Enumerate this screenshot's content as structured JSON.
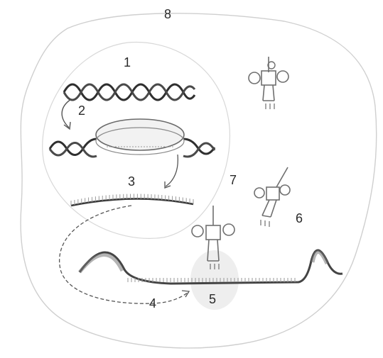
{
  "labels": {
    "l1": "1",
    "l2": "2",
    "l3": "3",
    "l4": "4",
    "l5": "5",
    "l6": "6",
    "l7": "7",
    "l8": "8"
  },
  "colors": {
    "outline": "#c9c9c9",
    "dna": "#3a3a3a",
    "protein": "#555555",
    "tick": "#9a9a9a",
    "trna": "#6f6f6f",
    "ribosome": "#e2e2e2"
  }
}
